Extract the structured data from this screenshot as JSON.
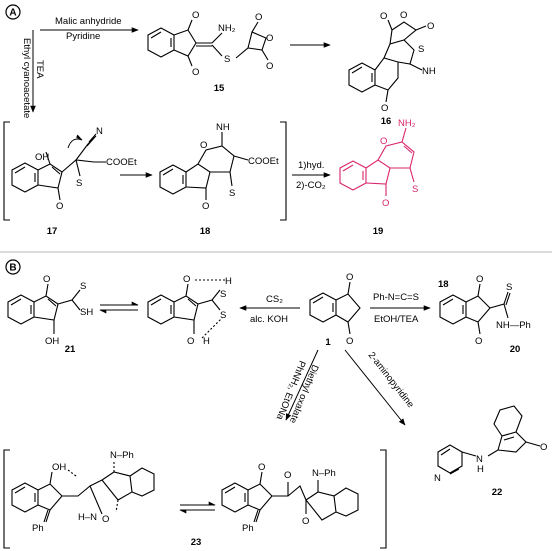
{
  "panels": [
    {
      "id": "A"
    },
    {
      "id": "B"
    }
  ],
  "reagents": {
    "malic": "Malic anhydride",
    "pyridine": "Pyridine",
    "ethyl_cyanoacetate": "Ethyl cyanoacetate",
    "tea": "TEA",
    "hyd": "1)hyd.",
    "co2": "2)-CO₂",
    "cs2": "CS₂",
    "koh": "alc. KOH",
    "isothiocyanate": "Ph-N=C=S",
    "etoh_tea": "EtOH/TEA",
    "phnh2": "PhNH₂, EtONa",
    "diethyl_oxalate": "Diethyl oxalate",
    "aminopyridine": "2-aminopyridine"
  },
  "compounds": {
    "c15": "15",
    "c16": "16",
    "c17": "17",
    "c18": "18",
    "c19": "19",
    "c1": "1",
    "c18b": "18",
    "c20": "20",
    "c21": "21",
    "c22": "22",
    "c23": "23"
  },
  "atoms": {
    "O": "O",
    "S": "S",
    "N": "N",
    "H": "H",
    "NH2": "NH₂",
    "NH": "NH",
    "OH": "OH",
    "SH": "SH",
    "COOEt": "COOEt",
    "Ph": "Ph",
    "NPh": "N–Ph",
    "HN": "H–N",
    "NH_Ph": "NH—Ph"
  },
  "colors": {
    "highlight": "#d9256b",
    "ink": "#000000"
  }
}
